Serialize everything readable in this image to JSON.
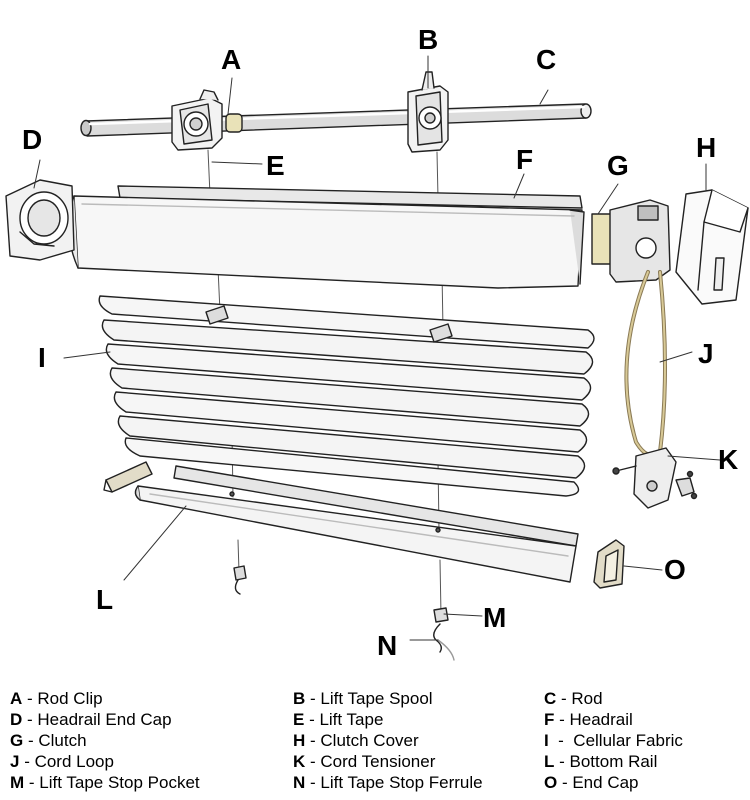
{
  "colors": {
    "line": "#222222",
    "fabric": "#f6f6f6",
    "metal": "#d8d8d8",
    "cord": "#c8b88a",
    "tape_ring": "#e9e2b8"
  },
  "callouts": [
    {
      "code": "A"
    },
    {
      "code": "B"
    },
    {
      "code": "C"
    },
    {
      "code": "D"
    },
    {
      "code": "E"
    },
    {
      "code": "F"
    },
    {
      "code": "G"
    },
    {
      "code": "H"
    },
    {
      "code": "I"
    },
    {
      "code": "J"
    },
    {
      "code": "K"
    },
    {
      "code": "L"
    },
    {
      "code": "M"
    },
    {
      "code": "N"
    },
    {
      "code": "O"
    }
  ],
  "legend": [
    {
      "code": "A",
      "sep": " - ",
      "label": "Rod Clip"
    },
    {
      "code": "B",
      "sep": " - ",
      "label": "Lift Tape Spool"
    },
    {
      "code": "C",
      "sep": " - ",
      "label": "Rod"
    },
    {
      "code": "D",
      "sep": " - ",
      "label": "Headrail End Cap"
    },
    {
      "code": "E",
      "sep": " - ",
      "label": "Lift Tape"
    },
    {
      "code": "F",
      "sep": " - ",
      "label": "Headrail"
    },
    {
      "code": "G",
      "sep": " - ",
      "label": "Clutch"
    },
    {
      "code": "H",
      "sep": " - ",
      "label": "Clutch Cover"
    },
    {
      "code": "I",
      "sep": "  -  ",
      "label": "Cellular Fabric"
    },
    {
      "code": "J",
      "sep": " - ",
      "label": "Cord Loop"
    },
    {
      "code": "K",
      "sep": " - ",
      "label": "Cord Tensioner"
    },
    {
      "code": "L",
      "sep": " - ",
      "label": "Bottom Rail"
    },
    {
      "code": "M",
      "sep": " - ",
      "label": "Lift Tape Stop Pocket"
    },
    {
      "code": "N",
      "sep": " - ",
      "label": "Lift Tape Stop Ferrule"
    },
    {
      "code": "O",
      "sep": " - ",
      "label": "End Cap"
    }
  ]
}
